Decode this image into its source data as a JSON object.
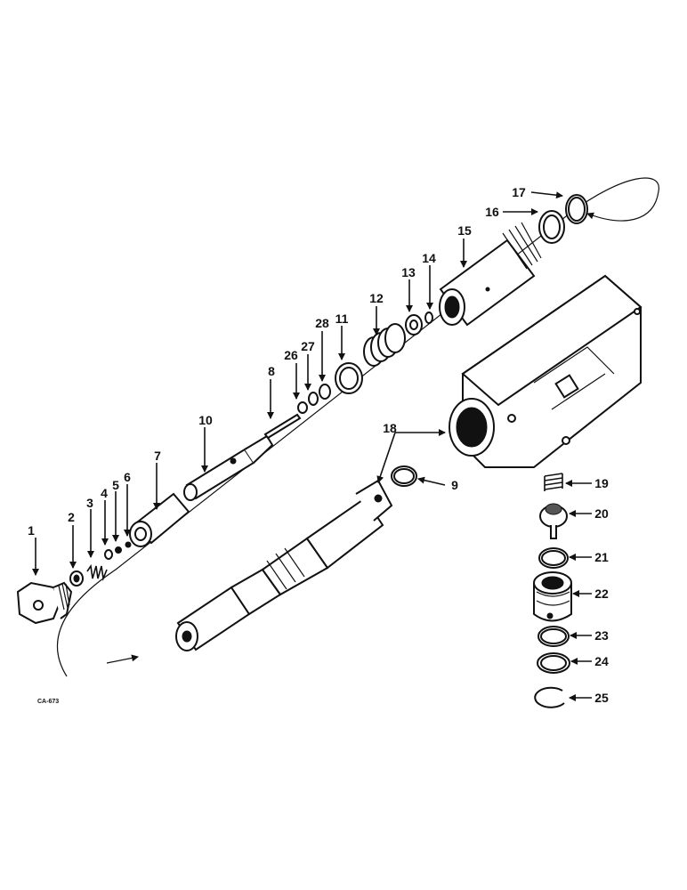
{
  "drawing_code": "CA-673",
  "parts": [
    {
      "number": "1"
    },
    {
      "number": "2"
    },
    {
      "number": "3"
    },
    {
      "number": "4"
    },
    {
      "number": "5"
    },
    {
      "number": "6"
    },
    {
      "number": "7"
    },
    {
      "number": "8"
    },
    {
      "number": "9"
    },
    {
      "number": "10"
    },
    {
      "number": "11"
    },
    {
      "number": "12"
    },
    {
      "number": "13"
    },
    {
      "number": "14"
    },
    {
      "number": "15"
    },
    {
      "number": "16"
    },
    {
      "number": "17"
    },
    {
      "number": "18"
    },
    {
      "number": "19"
    },
    {
      "number": "20"
    },
    {
      "number": "21"
    },
    {
      "number": "22"
    },
    {
      "number": "23"
    },
    {
      "number": "24"
    },
    {
      "number": "25"
    },
    {
      "number": "26"
    },
    {
      "number": "27"
    },
    {
      "number": "28"
    }
  ]
}
